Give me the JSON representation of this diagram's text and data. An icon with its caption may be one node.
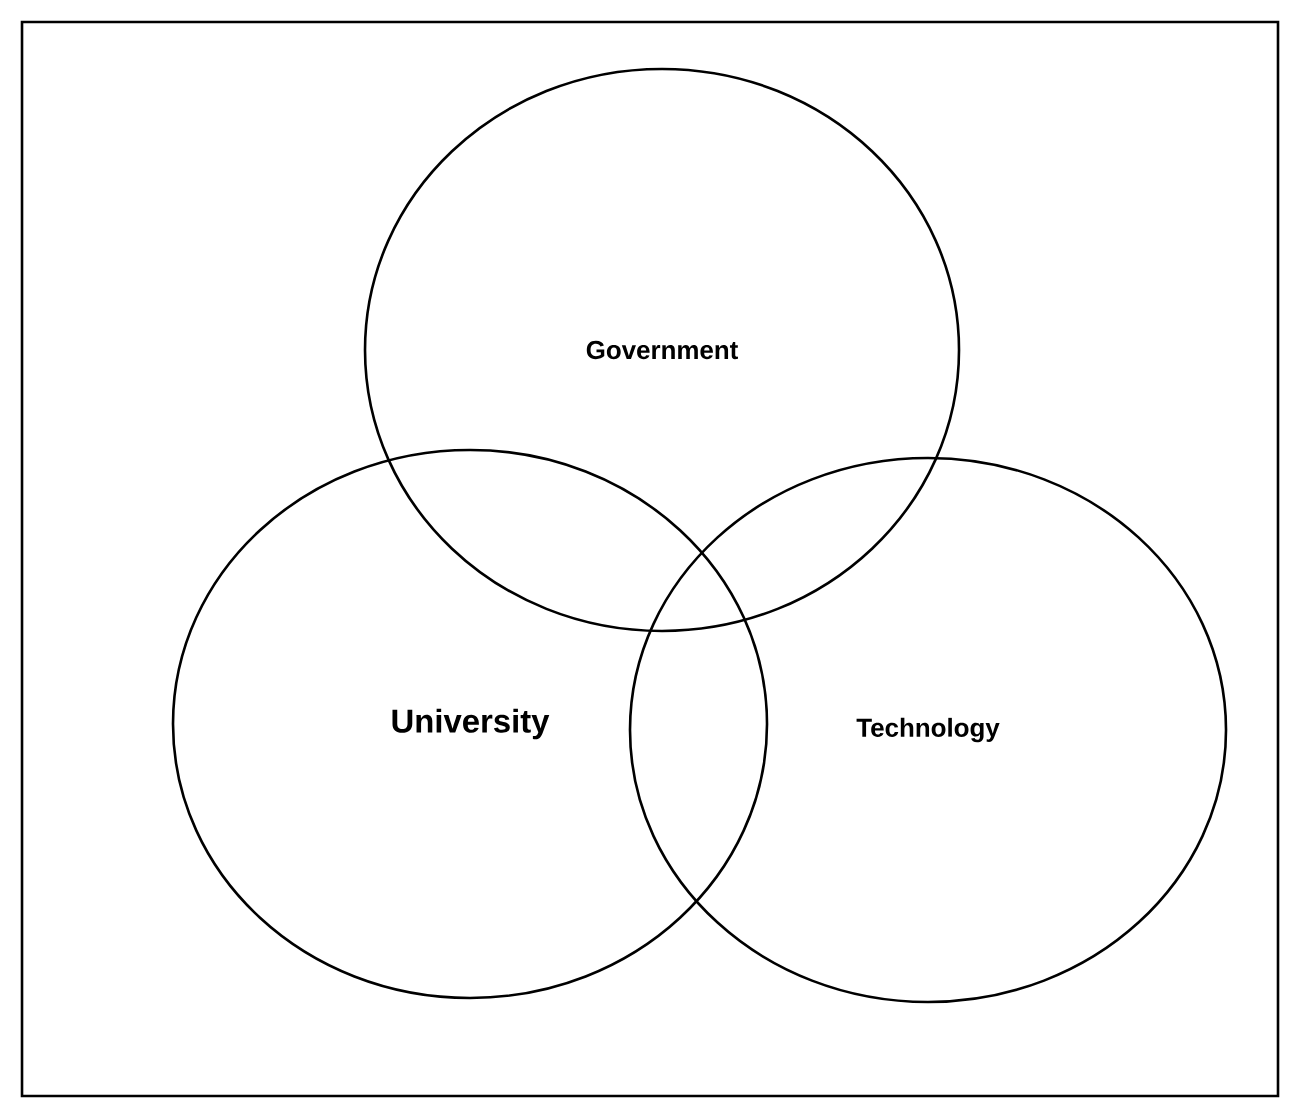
{
  "diagram": {
    "nodes": [
      {
        "text": [
          "Government"
        ]
      },
      {
        "text": [
          "University"
        ]
      },
      {
        "text": [
          "Technology"
        ]
      }
    ]
  }
}
